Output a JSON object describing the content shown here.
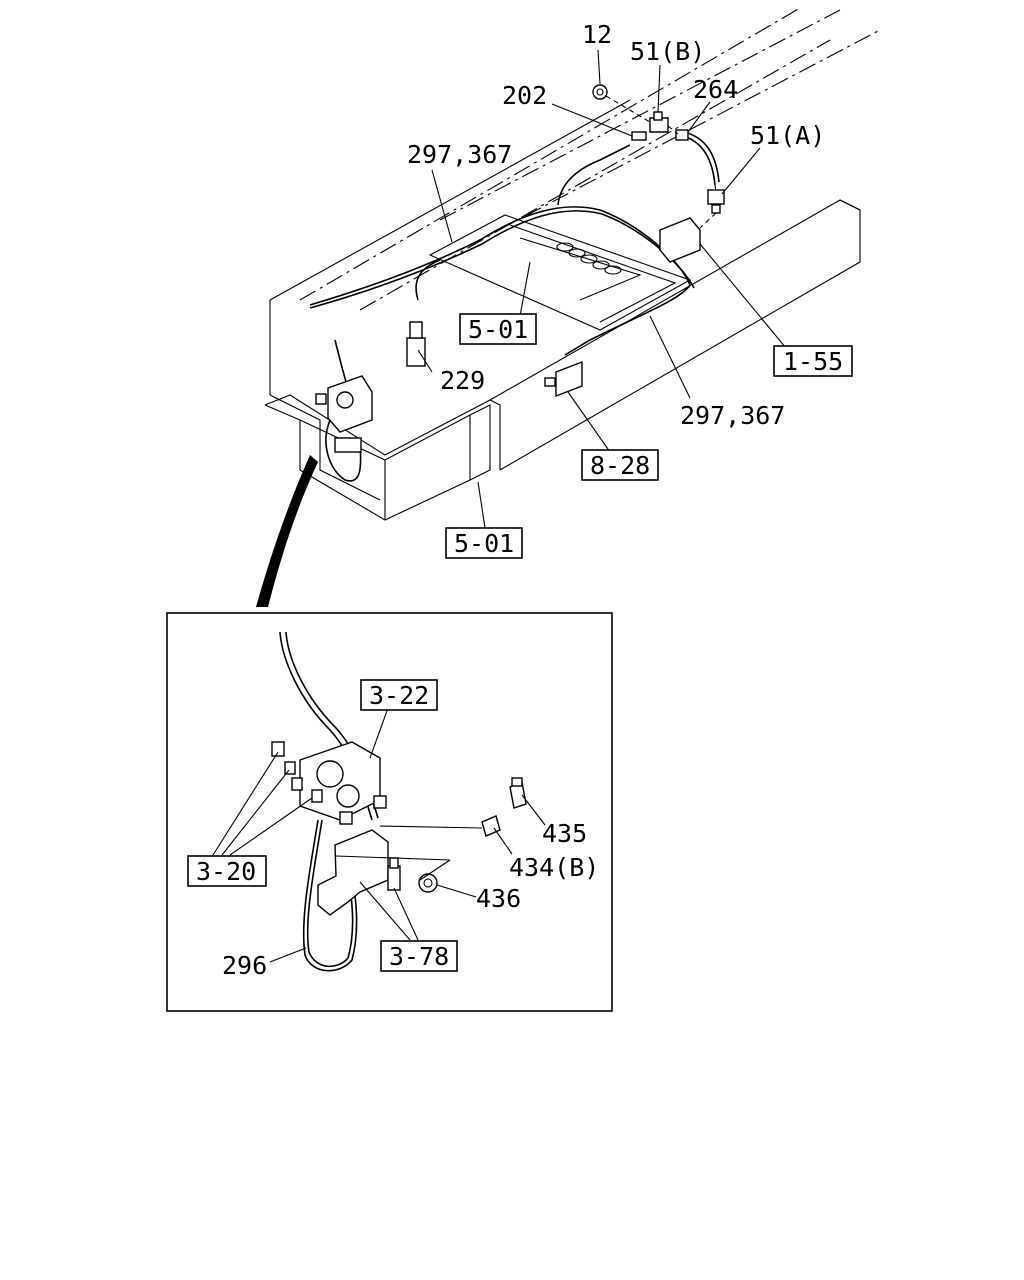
{
  "callouts": {
    "p12": "12",
    "p51b": "51(B)",
    "p202": "202",
    "p264": "264",
    "p51a": "51(A)",
    "p297_367_top": "297,367",
    "p501_mid": "5-01",
    "p155": "1-55",
    "p229": "229",
    "p297_367_right": "297,367",
    "p828": "8-28",
    "p501_low": "5-01"
  },
  "detail": {
    "p322": "3-22",
    "p435": "435",
    "p434b": "434(B)",
    "p320": "3-20",
    "p436": "436",
    "p378": "3-78",
    "p296": "296"
  }
}
